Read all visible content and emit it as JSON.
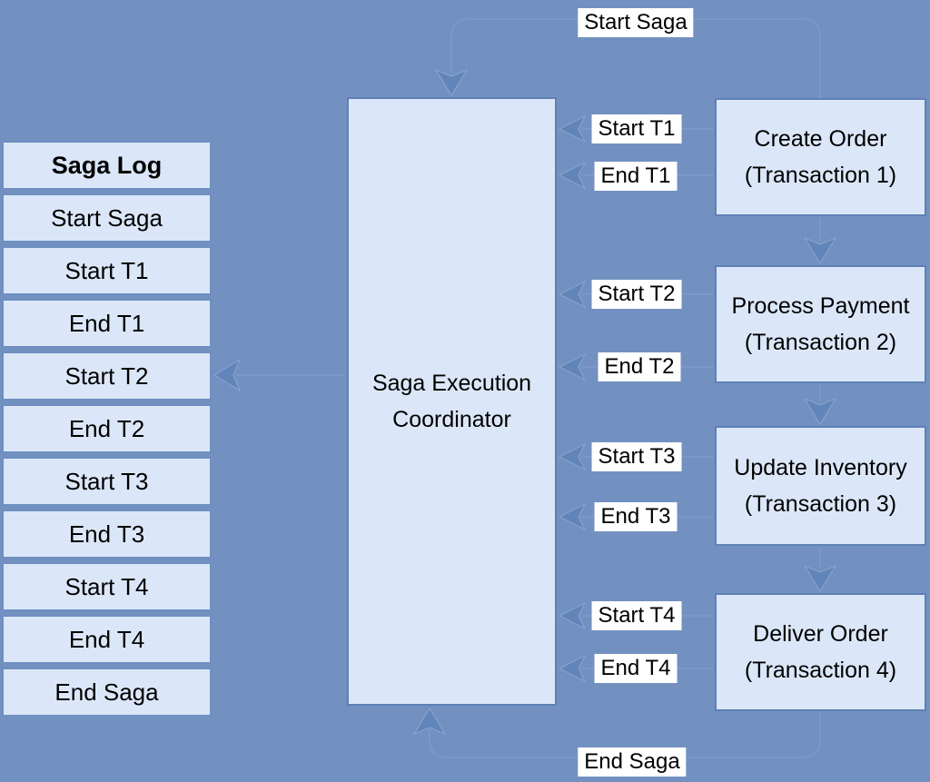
{
  "colors": {
    "background": "#7291c0",
    "box_fill": "#dbe7f8",
    "box_border": "#5d81b5",
    "row_border": "#6f8fc2",
    "arrow_line": "#7b98c8",
    "arrow_head": "#6285b9",
    "label_bg": "#ffffff",
    "text": "#000000"
  },
  "saga_log": {
    "header": "Saga Log",
    "entries": [
      "Start Saga",
      "Start T1",
      "End T1",
      "Start T2",
      "End T2",
      "Start T3",
      "End T3",
      "Start T4",
      "End T4",
      "End Saga"
    ]
  },
  "coordinator": {
    "line1": "Saga Execution",
    "line2": "Coordinator"
  },
  "transactions": [
    {
      "name": "Create Order",
      "subtitle": "(Transaction 1)"
    },
    {
      "name": "Process Payment",
      "subtitle": "(Transaction 2)"
    },
    {
      "name": "Update Inventory",
      "subtitle": "(Transaction 3)"
    },
    {
      "name": "Deliver Order",
      "subtitle": "(Transaction 4)"
    }
  ],
  "messages": {
    "start_saga": "Start Saga",
    "end_saga": "End Saga",
    "pairs": [
      {
        "start": "Start T1",
        "end": "End T1"
      },
      {
        "start": "Start T2",
        "end": "End T2"
      },
      {
        "start": "Start T3",
        "end": "End T3"
      },
      {
        "start": "Start T4",
        "end": "End T4"
      }
    ]
  }
}
